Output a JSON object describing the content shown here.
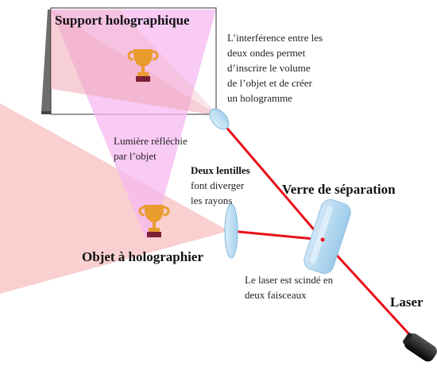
{
  "labels": {
    "support": "Support holographique",
    "interference": [
      "L’interférence entre les",
      "deux ondes permet",
      "d’inscrire le volume",
      "de l’objet et de créer",
      "un hologramme"
    ],
    "reflected": [
      "Lumière réfléchie",
      "par l’objet"
    ],
    "lenses_bold": "Deux lentilles",
    "lenses": [
      "font diverger",
      "les rayons"
    ],
    "splitter": "Verre de séparation",
    "object": "Objet à holographier",
    "split": [
      "Le laser est scindé en",
      "deux faisceaux"
    ],
    "laser": "Laser"
  },
  "colors": {
    "laser_beam": "#e8101a",
    "object_light": "#f4a8a8",
    "reflected_light": "#f6b8f0",
    "lens": "#bfe0f4",
    "trophy": "#e99b2e",
    "trophy_base": "#7a1f35"
  },
  "icons": [
    "trophy-icon",
    "laser-pointer-icon",
    "lens-icon",
    "beam-splitter-icon"
  ]
}
